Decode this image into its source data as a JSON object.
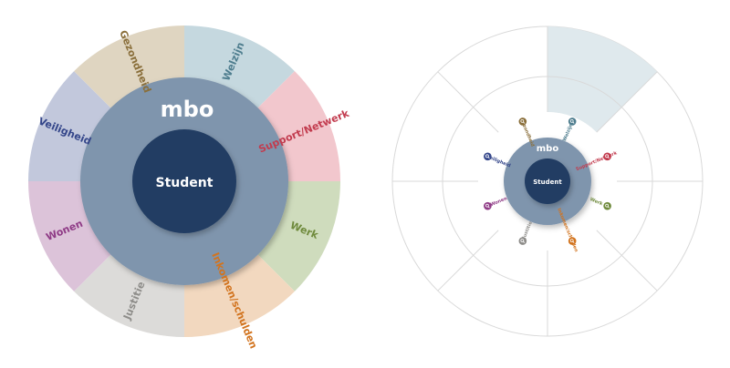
{
  "left_wheel": {
    "outer_label": "mbo",
    "center_label": "Student",
    "segments": [
      {
        "label": "Welzijn",
        "fill": "#c5d8df",
        "text_color": "#4e7d8e"
      },
      {
        "label": "Support/Netwerk",
        "fill": "#f2c7cd",
        "text_color": "#c23b4e"
      },
      {
        "label": "Werk",
        "fill": "#cfdcbd",
        "text_color": "#6f8a3c"
      },
      {
        "label": "Inkomen/schulden",
        "fill": "#f2d8bf",
        "text_color": "#d2741f"
      },
      {
        "label": "Justitie",
        "fill": "#dcdbd9",
        "text_color": "#8e8d8a"
      },
      {
        "label": "Wonen",
        "fill": "#dcc3d9",
        "text_color": "#8f3b86"
      },
      {
        "label": "Veiligheid",
        "fill": "#c2c8dc",
        "text_color": "#34468a"
      },
      {
        "label": "Gezondheid",
        "fill": "#dfd5c1",
        "text_color": "#8a6f3b"
      }
    ]
  },
  "right_wheel": {
    "outer_label": "mbo",
    "center_label": "Student",
    "highlight_color": "#dfe9ed",
    "labels": [
      {
        "label": "Welzijn",
        "text_color": "#4e7d8e"
      },
      {
        "label": "Support/Netwerk",
        "text_color": "#c23b4e"
      },
      {
        "label": "Werk",
        "text_color": "#6f8a3c"
      },
      {
        "label": "Inkomen/schulden",
        "text_color": "#d2741f"
      },
      {
        "label": "Justitie",
        "text_color": "#8e8d8a"
      },
      {
        "label": "Wonen",
        "text_color": "#8f3b86"
      },
      {
        "label": "Veiligheid",
        "text_color": "#34468a"
      },
      {
        "label": "Gezondheid",
        "text_color": "#8a6f3b"
      }
    ]
  },
  "colors": {
    "mbo_ring": "#7f95ad",
    "student_core": "#213d63",
    "grid_line": "#d9d9d9"
  }
}
